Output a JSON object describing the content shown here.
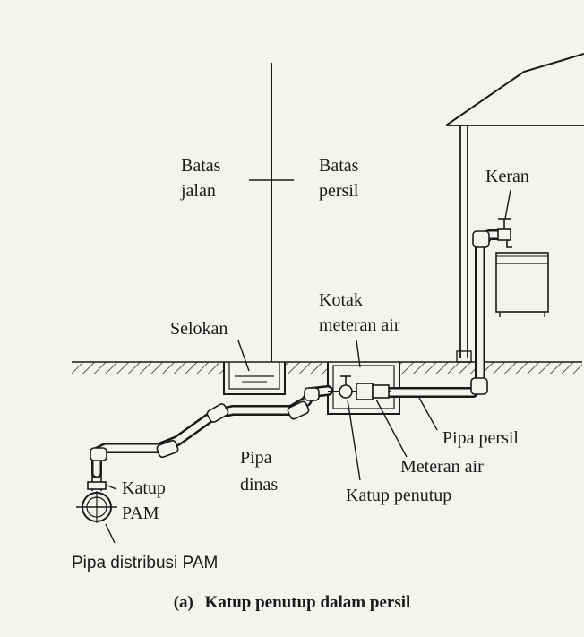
{
  "labels": {
    "batas_jalan_1": "Batas",
    "batas_jalan_2": "jalan",
    "batas_persil_1": "Batas",
    "batas_persil_2": "persil",
    "keran": "Keran",
    "kotak_1": "Kotak",
    "kotak_2": "meteran air",
    "selokan": "Selokan",
    "pipa_persil": "Pipa persil",
    "meteran_air": "Meteran air",
    "pipa_dinas_1": "Pipa",
    "pipa_dinas_2": "dinas",
    "katup_penutup": "Katup penutup",
    "katup_pam_1": "Katup",
    "katup_pam_2": "PAM",
    "pipa_distribusi": "Pipa distribusi PAM"
  },
  "caption": {
    "marker": "(a)",
    "text": "Katup penutup dalam persil"
  },
  "colors": {
    "ink": "#1a1a1a",
    "paper": "#f4f3ef"
  }
}
